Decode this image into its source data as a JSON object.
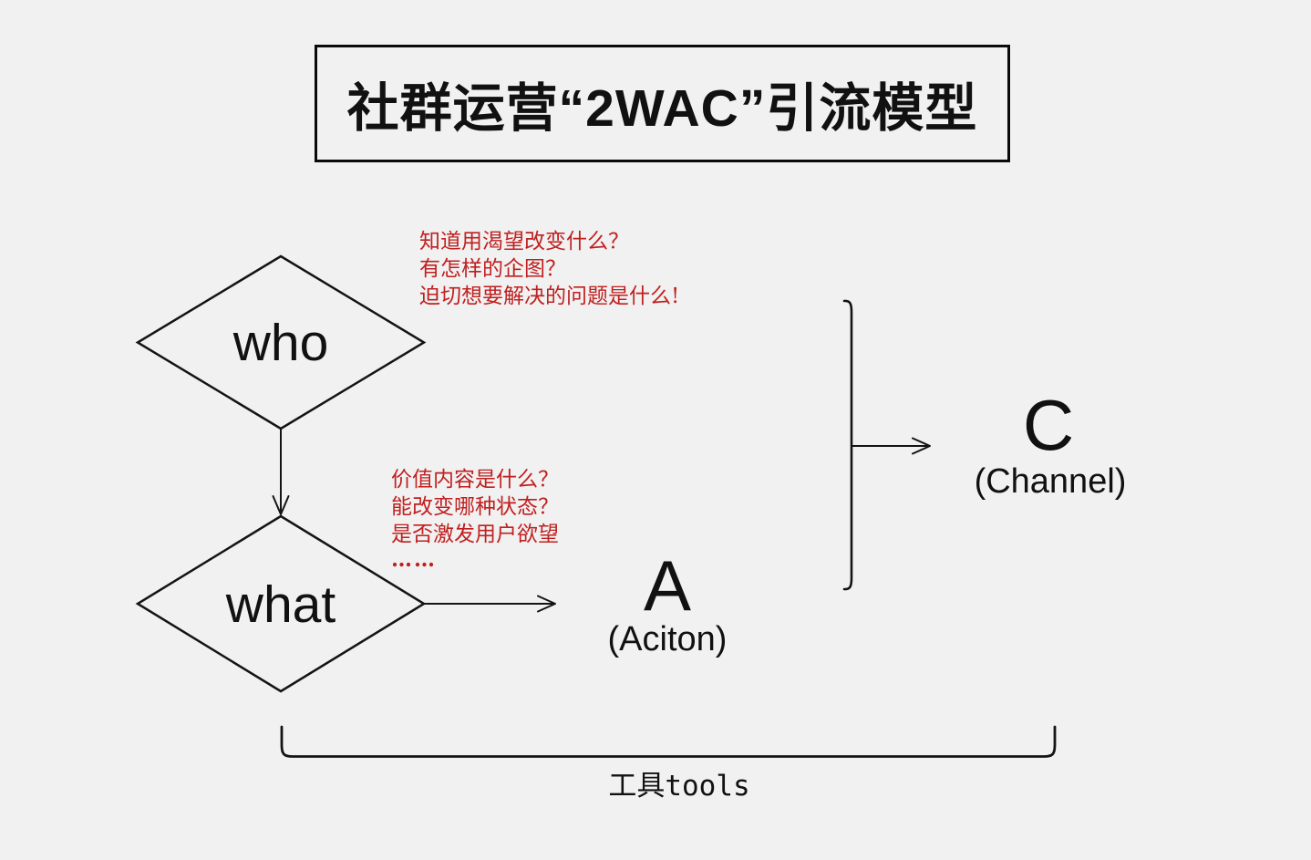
{
  "title": "社群运营“2WAC”引流模型",
  "nodes": {
    "who_label": "who",
    "what_label": "what",
    "action_letter": "A",
    "action_caption": "(Aciton)",
    "channel_letter": "C",
    "channel_caption": "(Channel)",
    "tools_label": "工具tools"
  },
  "annotations": {
    "who": [
      "知道用渴望改变什么？",
      "有怎样的企图？",
      "迫切想要解决的问题是什么!"
    ],
    "what": [
      "价值内容是什么？",
      "能改变哪种状态？",
      "是否激发用户欲望",
      "……"
    ]
  },
  "colors": {
    "background": "#f1f1f1",
    "line": "#141414",
    "annotation_red": "#c02020",
    "text": "#111111"
  }
}
